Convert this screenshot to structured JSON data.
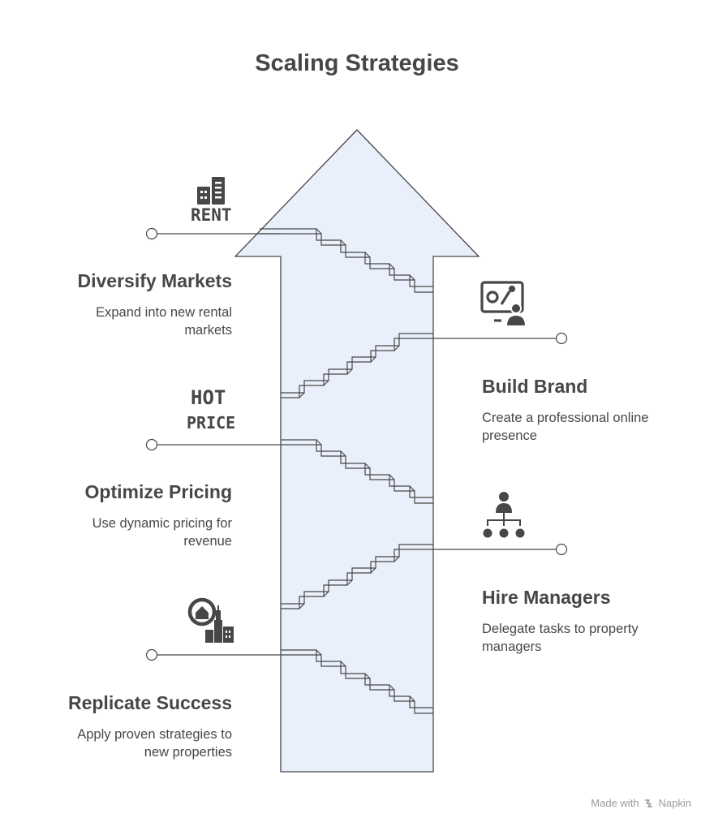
{
  "title": "Scaling Strategies",
  "colors": {
    "arrow_fill": "#eaf0fb",
    "stroke": "#474747",
    "text": "#474747",
    "footer": "#9a9a9a"
  },
  "steps": [
    {
      "id": "diversify",
      "side": "left",
      "title": "Diversify Markets",
      "desc": "Expand into new rental markets",
      "icon": "rent-building-icon",
      "icon_text": "RENT"
    },
    {
      "id": "brand",
      "side": "right",
      "title": "Build Brand",
      "desc": "Create a professional online presence",
      "icon": "monitor-presentation-icon"
    },
    {
      "id": "pricing",
      "side": "left",
      "title": "Optimize Pricing",
      "desc": "Use dynamic pricing for revenue",
      "icon": "hot-price-icon",
      "icon_text_1": "HOT",
      "icon_text_2": "PRICE"
    },
    {
      "id": "managers",
      "side": "right",
      "title": "Hire Managers",
      "desc": "Delegate tasks to property managers",
      "icon": "org-chart-icon"
    },
    {
      "id": "replicate",
      "side": "left",
      "title": "Replicate Success",
      "desc": "Apply proven strategies to new properties",
      "icon": "home-city-icon"
    }
  ],
  "footer": {
    "prefix": "Made with",
    "brand": "Napkin"
  }
}
